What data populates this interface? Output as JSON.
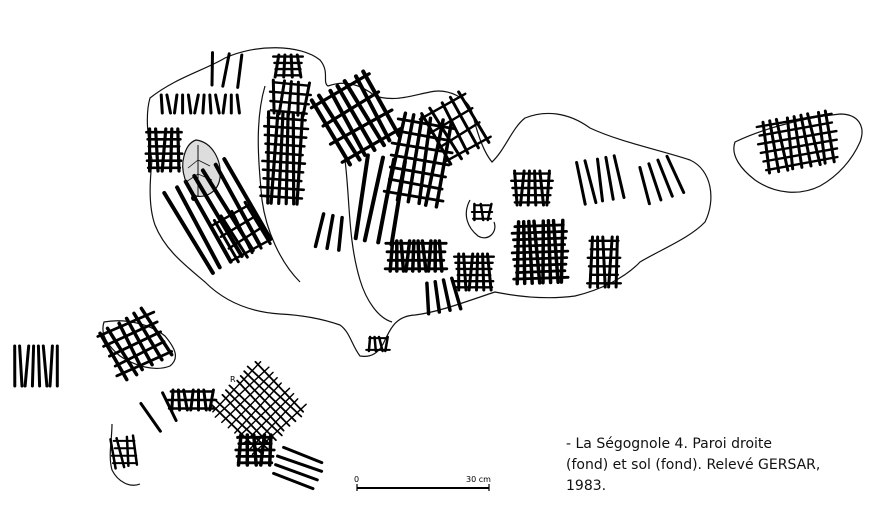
{
  "caption": {
    "line1": "- La Ségognole 4. Paroi droite",
    "line2": "(fond) et sol (fond). Relevé GERSAR,",
    "line3": "1983."
  },
  "scale_bar": {
    "start_label": "0",
    "end_label": "30 cm"
  },
  "marker_label": "R"
}
